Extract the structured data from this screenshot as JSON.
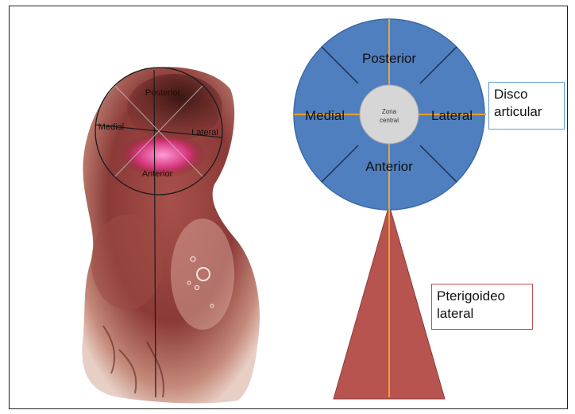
{
  "diagram": {
    "photo_labels": {
      "posterior": "Posterior",
      "medial": "Medial",
      "lateral": "Lateral",
      "anterior": "Anterior"
    },
    "disc": {
      "posterior": "Posterior",
      "anterior": "Anterior",
      "medial": "Medial",
      "lateral": "Lateral",
      "center_line1": "Zona",
      "center_line2": "central",
      "fill_color": "#4f7fbf",
      "axis_color": "#f0a030"
    },
    "callouts": {
      "disco_line1": "Disco",
      "disco_line2": "articular",
      "ptery_line1": "Pterigoideo",
      "ptery_line2": "lateral"
    },
    "muscle": {
      "fill_color": "#b85450"
    }
  }
}
